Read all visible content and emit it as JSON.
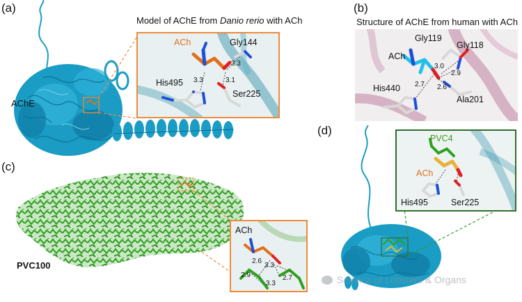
{
  "panels": {
    "a": {
      "label": "(a)",
      "title_prefix": "Model of AChE from ",
      "title_species": "Danio rerio",
      "title_suffix": " with ACh",
      "protein_label": "AChE",
      "residues": {
        "ach": "ACh",
        "gly": "Gly144",
        "his": "His495",
        "ser": "Ser225"
      },
      "distances": [
        "3.3",
        "3.3",
        "3.1"
      ]
    },
    "b": {
      "label": "(b)",
      "title": "Structure of AChE from human with ACh",
      "residues": {
        "ach": "ACh",
        "gly119": "Gly119",
        "gly118": "Gly118",
        "his": "His440",
        "ala": "Ala201"
      },
      "distances": [
        "3.0",
        "2.9",
        "2.7",
        "2.6"
      ]
    },
    "c": {
      "label": "(c)",
      "polymer_label": "PVC100",
      "residues": {
        "ach": "ACh"
      },
      "distances": [
        "2.6",
        "3.3",
        "2.9",
        "2.7",
        "3.3"
      ]
    },
    "d": {
      "label": "(d)",
      "residues": {
        "pvc": "PVC4",
        "ach": "ACh",
        "his": "His495",
        "ser": "Ser225"
      }
    }
  },
  "watermark": "Science of Lobsters & Organs",
  "colors": {
    "protein_cyan": "#1a9cc4",
    "ach_orange": "#e0701a",
    "pvc_green": "#2ea01e",
    "box_orange": "#f08a3a",
    "box_green": "#2e6e2a",
    "human_mauve": "#b46a8e"
  }
}
